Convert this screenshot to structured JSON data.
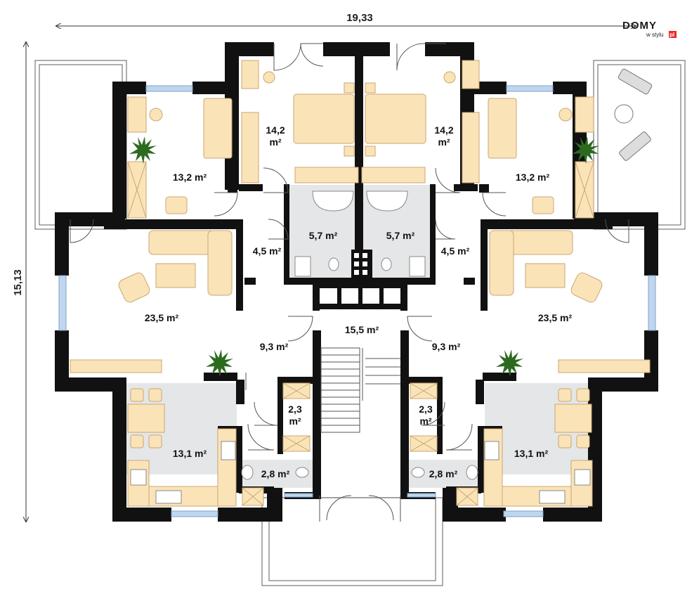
{
  "dimensions": {
    "width": "19,33",
    "height": "15,13"
  },
  "logo": {
    "brand": "DOMY",
    "tagline": "w stylu",
    "suffix": "pl"
  },
  "rooms": {
    "left_bedroom_master": "14,2\nm²",
    "right_bedroom_master": "14,2\nm²",
    "left_bedroom": "13,2 m²",
    "right_bedroom": "13,2 m²",
    "left_bathroom": "5,7 m²",
    "right_bathroom": "5,7 m²",
    "left_hall_small": "4,5 m²",
    "right_hall_small": "4,5 m²",
    "left_living": "23,5 m²",
    "right_living": "23,5 m²",
    "stair_hall": "15,5 m²",
    "left_hall": "9,3 m²",
    "right_hall": "9,3 m²",
    "left_storage": "2,3\nm²",
    "right_storage": "2,3\nm²",
    "left_kitchen": "13,1 m²",
    "right_kitchen": "13,1 m²",
    "left_wc": "2,8 m²",
    "right_wc": "2,8 m²"
  },
  "colors": {
    "wall": "#111111",
    "furniture": "#fbe3b8",
    "furniture_stroke": "#c9a772",
    "floor_wet": "#e4e6e8",
    "plant": "#2c6b1f",
    "window": "#bfd6ee"
  }
}
